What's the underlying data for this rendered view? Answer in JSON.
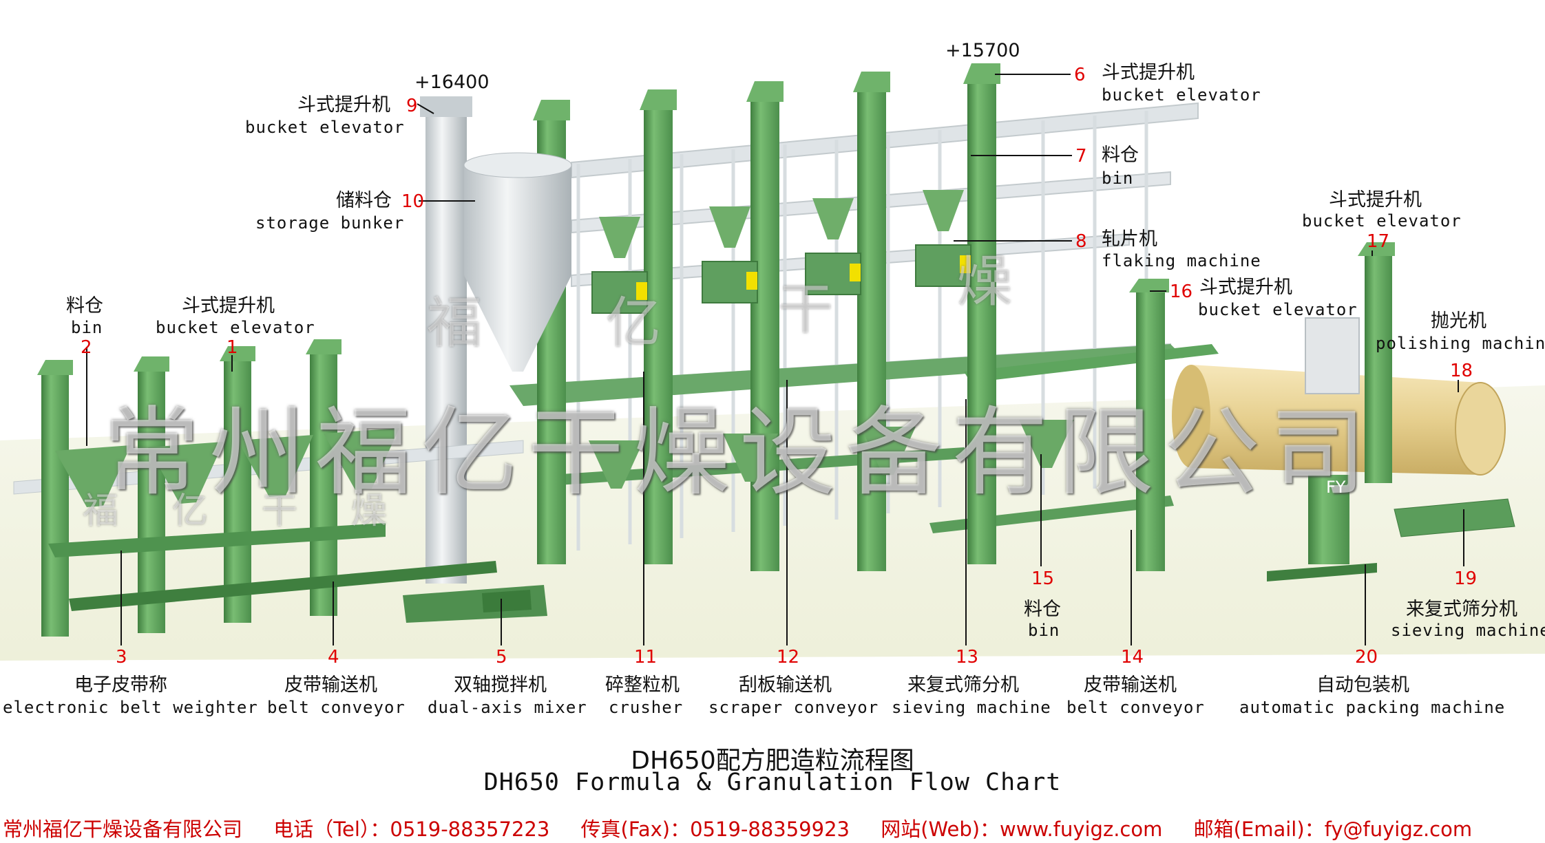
{
  "elevations": {
    "left": "+16400",
    "right": "+15700"
  },
  "components": [
    {
      "num": "1",
      "cn": "斗式提升机",
      "en": "bucket elevator"
    },
    {
      "num": "2",
      "cn": "料仓",
      "en": "bin"
    },
    {
      "num": "3",
      "cn": "电子皮带称",
      "en": "electronic belt weighter"
    },
    {
      "num": "4",
      "cn": "皮带输送机",
      "en": "belt conveyor"
    },
    {
      "num": "5",
      "cn": "双轴搅拌机",
      "en": "dual-axis mixer"
    },
    {
      "num": "6",
      "cn": "斗式提升机",
      "en": "bucket elevator"
    },
    {
      "num": "7",
      "cn": "料仓",
      "en": "bin"
    },
    {
      "num": "8",
      "cn": "轧片机",
      "en": "flaking machine"
    },
    {
      "num": "9",
      "cn": "斗式提升机",
      "en": "bucket elevator"
    },
    {
      "num": "10",
      "cn": "储料仓",
      "en": "storage bunker"
    },
    {
      "num": "11",
      "cn": "碎整粒机",
      "en": "crusher"
    },
    {
      "num": "12",
      "cn": "刮板输送机",
      "en": "scraper conveyor"
    },
    {
      "num": "13",
      "cn": "来复式筛分机",
      "en": "sieving machine"
    },
    {
      "num": "14",
      "cn": "皮带输送机",
      "en": "belt conveyor"
    },
    {
      "num": "15",
      "cn": "料仓",
      "en": "bin"
    },
    {
      "num": "16",
      "cn": "斗式提升机",
      "en": "bucket elevator"
    },
    {
      "num": "17",
      "cn": "斗式提升机",
      "en": "bucket elevator"
    },
    {
      "num": "18",
      "cn": "抛光机",
      "en": "polishing machine"
    },
    {
      "num": "19",
      "cn": "来复式筛分机",
      "en": "sieving machine"
    },
    {
      "num": "20",
      "cn": "自动包装机",
      "en": "automatic packing machine"
    }
  ],
  "title": {
    "cn": "DH650配方肥造粒流程图",
    "en": "DH650 Formula & Granulation Flow Chart"
  },
  "footer": {
    "company": "常州福亿干燥设备有限公司",
    "tel": "电话（Tel）：0519-88357223",
    "fax": "传真(Fax)：0519-88359923",
    "web": "网站(Web)：www.fuyigz.com",
    "email": "邮箱(Email)：fy@fuyigz.com"
  },
  "watermark": {
    "company": "常州福亿干燥设备有限公司",
    "chars": [
      "福",
      "亿",
      "干",
      "燥"
    ],
    "brand": "FY"
  },
  "colors": {
    "machine_green": "#5ea55e",
    "machine_dark": "#3f7f3f",
    "frame": "#d7dde0",
    "silo": "#cdd3d6",
    "dryer": "#e9d49a",
    "label_number": "#e00000",
    "footer_text": "#cc0000"
  }
}
